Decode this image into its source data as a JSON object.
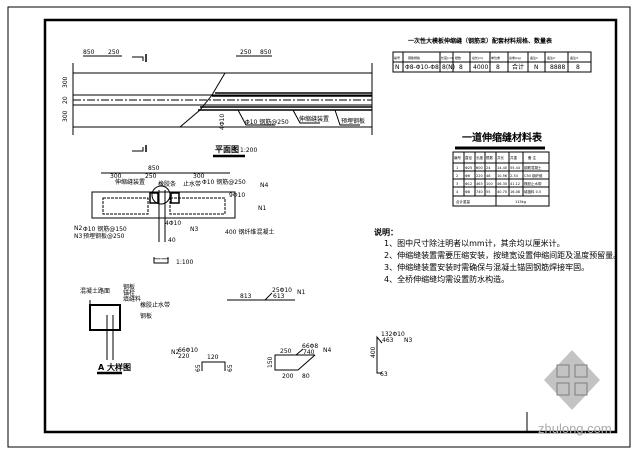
{
  "drawing": {
    "quantity_table": {
      "title": "一次性大模板伸缩缝（钢筋束）配套材料规格、数量表",
      "headers": [
        "编号",
        "钢筋规格",
        "长度(cm)",
        "根数",
        "总长(m)",
        "单位重",
        "总重(kg)",
        "备注1",
        "备注2",
        "备注3"
      ],
      "row": [
        "N",
        "Φ8-Φ10-Φ8",
        "8(N)",
        "8",
        "4000",
        "8",
        "合计",
        "N",
        "8888",
        "8"
      ]
    },
    "material_table": {
      "title": "一道伸缩缝材料表",
      "headers": [
        "编号",
        "直径",
        "长度",
        "根数",
        "共长",
        "共重",
        "备 注"
      ],
      "rows": [
        [
          "1",
          "Φ25",
          "600",
          "24",
          "14.40",
          "55.44",
          "钢筋混凝土"
        ],
        [
          "2",
          "Φ6",
          "220",
          "48",
          "10.56",
          "2.34",
          "C50 钢纤维"
        ],
        [
          "3",
          "Φ12",
          "463",
          "100",
          "46.30",
          "41.12",
          "橡胶止水带"
        ],
        [
          "4",
          "Φ8",
          "740",
          "55",
          "40.70",
          "16.08",
          "填缝料 0.5"
        ]
      ],
      "footer": [
        "合计重量",
        "115kg"
      ]
    },
    "plan": {
      "title": "平面图",
      "scale": "1:200",
      "dims": [
        "850",
        "250",
        "250",
        "850",
        "300",
        "20",
        "300",
        "4Φ10"
      ],
      "labels": [
        "Φ10 钢筋@250",
        "伸缩缝装置",
        "预埋钢板"
      ]
    },
    "section": {
      "title": "一一",
      "scale": "1:100",
      "dims": [
        "850",
        "300",
        "250",
        "300",
        "40"
      ],
      "labels": [
        "Φ10 钢筋@250",
        "9Φ10",
        "4Φ10",
        "400 钢纤维混凝土",
        "Φ10 钢筋@150",
        "预埋钢板@250",
        "伸缩缝装置",
        "橡胶条",
        "止水带"
      ],
      "marks": [
        "N4",
        "N1",
        "N3",
        "N2",
        "N3"
      ]
    },
    "detail": {
      "title": "A 大样图",
      "labels": [
        "混凝土路面",
        "钢板",
        "锚栓",
        "填缝料",
        "橡胶止水带",
        "钢板"
      ]
    },
    "bars": {
      "n1": {
        "mark": "N1",
        "spec": "25Φ10",
        "len": "613",
        "total": "813"
      },
      "n2": {
        "mark": "N2",
        "spec": "66Φ10",
        "len": "220",
        "mid": "120",
        "legs": [
          "65",
          "65"
        ]
      },
      "n4": {
        "mark": "N4",
        "spec": "66Φ8",
        "len": "740",
        "top": "250",
        "side": "150",
        "bottom": "200",
        "extra": "80"
      },
      "n3": {
        "mark": "N3",
        "spec": "132Φ10",
        "len": "463",
        "height": "400",
        "foot": "63"
      }
    },
    "notes": {
      "title": "说明：",
      "items": [
        "1、图中尺寸除注明者以mm计，其余均以厘米计。",
        "2、伸缩缝装置需要压缩安装，按缝宽设置伸缩间距及温度预留量。",
        "3、伸缩缝装置安装时需确保与混凝土锚固钢筋焊接牢固。",
        "4、全桥伸缩缝均需设置防水构造。"
      ]
    }
  },
  "watermark": "zhulong.com"
}
